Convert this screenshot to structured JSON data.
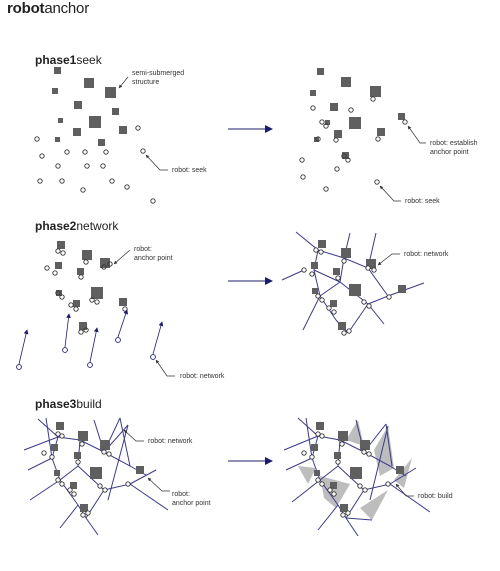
{
  "title": {
    "bold": "robot",
    "rest": "anchor"
  },
  "phases": [
    {
      "bold": "phase1",
      "rest": "seek"
    },
    {
      "bold": "phase2",
      "rest": "network"
    },
    {
      "bold": "phase3",
      "rest": "build"
    }
  ],
  "labels": {
    "p1_structure": [
      "semi-submerged",
      "structure"
    ],
    "p1_seek_left": "robot: seek",
    "p1_establish": [
      "robot: establish",
      "anchor point"
    ],
    "p1_seek_right": "robot: seek",
    "p2_anchor": [
      "robot:",
      "anchor point"
    ],
    "p2_network_right": "robot: network",
    "p2_network_bottom": "robot: network",
    "p3_network": "robot: network",
    "p3_anchor": [
      "robot:",
      "anchor point"
    ],
    "p3_build": "robot: build"
  },
  "colors": {
    "structure": "#5f5f5f",
    "robot": "#333333",
    "network_line": "#3b3b8a",
    "arrow": "#1c1c6e",
    "build_fill": "#bdbdbd"
  }
}
